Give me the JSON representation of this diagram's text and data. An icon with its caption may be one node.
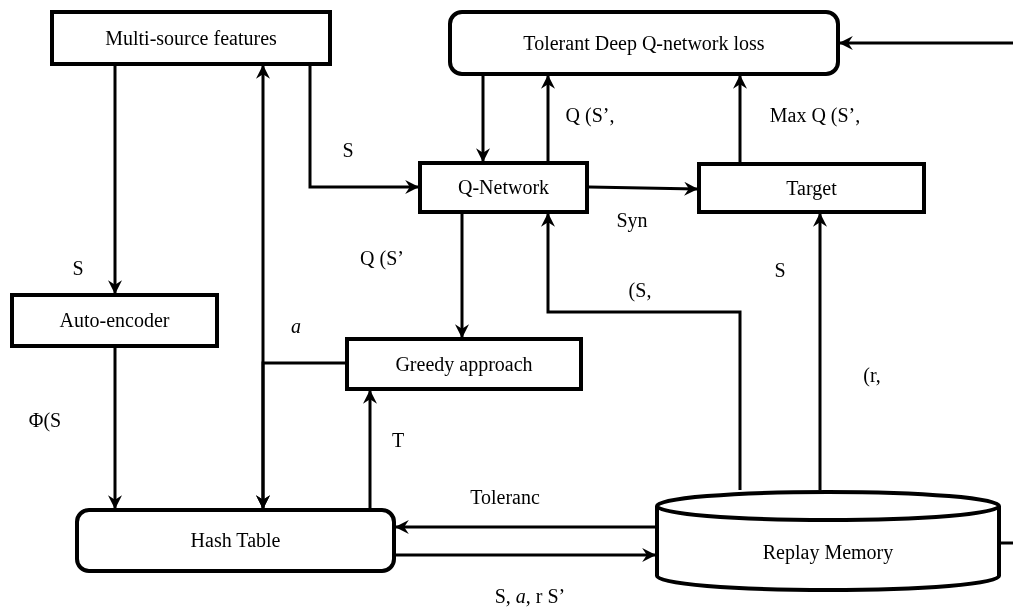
{
  "diagram": {
    "nodes": [
      {
        "text": [
          "Multi-source features"
        ]
      },
      {
        "text": [
          "Tolerant Deep Q-network loss"
        ]
      },
      {
        "text": [
          "Q-Network"
        ]
      },
      {
        "text": [
          "Target"
        ]
      },
      {
        "text": [
          "Auto-encoder"
        ]
      },
      {
        "text": [
          "Greedy approach"
        ]
      },
      {
        "text": [
          "Hash Table"
        ]
      },
      {
        "text": [
          "Replay Memory"
        ]
      }
    ],
    "edges": [
      {
        "from": 0,
        "to": 4,
        "arrow": "to",
        "label": "S"
      },
      {
        "from": 4,
        "to": 6,
        "arrow": "to",
        "label": "Φ(S"
      },
      {
        "from": 0,
        "to": 2,
        "arrow": "to",
        "label": "S"
      },
      {
        "from": 1,
        "to": 2,
        "arrow": "to"
      },
      {
        "from": 2,
        "to": 1,
        "arrow": "to",
        "label": "Q (S’,"
      },
      {
        "from": 3,
        "to": 1,
        "arrow": "to",
        "label": "Max Q (S’,"
      },
      {
        "from": 2,
        "to": 3,
        "arrow": "to",
        "label": "Syn"
      },
      {
        "from": 2,
        "to": 5,
        "arrow": "to",
        "label": "Q (S’"
      },
      {
        "from": 6,
        "to": 0,
        "arrow": "both"
      },
      {
        "from": 5,
        "to": 6,
        "arrow": "to",
        "label": "a"
      },
      {
        "from": 6,
        "to": 5,
        "arrow": "to",
        "label": "T"
      },
      {
        "from": 7,
        "to": 6,
        "arrow": "to",
        "label": "Toleranc"
      },
      {
        "from": 6,
        "to": 7,
        "arrow": "to",
        "label": "S, *a*, r S’"
      },
      {
        "from": 7,
        "to": 2,
        "arrow": "to",
        "label": "(S,"
      },
      {
        "from": 7,
        "to": 3,
        "arrow": "to",
        "label": "S"
      },
      {
        "from": 7,
        "to": null,
        "arrow": "none"
      },
      {
        "from": null,
        "to": 1,
        "arrow": "to"
      }
    ],
    "labels": [
      "(r,"
    ]
  }
}
